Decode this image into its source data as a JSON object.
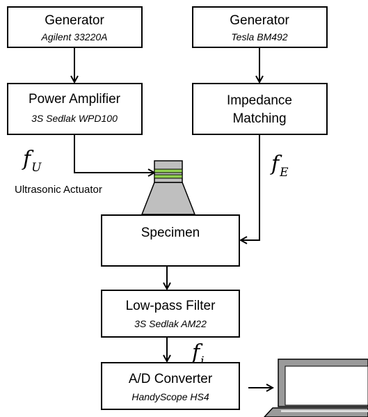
{
  "blocks": {
    "generator_1": {
      "title": "Generator",
      "subtitle": "Agilent 33220A"
    },
    "generator_2": {
      "title": "Generator",
      "subtitle": "Tesla BM492"
    },
    "power_amplifier": {
      "title": "Power Amplifier",
      "subtitle": "3S Sedlak WPD100"
    },
    "impedance_matching": {
      "title_line1": "Impedance",
      "title_line2": "Matching"
    },
    "specimen": {
      "title": "Specimen"
    },
    "lowpass_filter": {
      "title": "Low-pass Filter",
      "subtitle": "3S Sedlak AM22"
    },
    "ad_converter": {
      "title": "A/D Converter",
      "subtitle": "HandyScope HS4"
    }
  },
  "labels": {
    "f_u": {
      "base": "f",
      "sub": "U"
    },
    "f_e": {
      "base": "f",
      "sub": "E"
    },
    "f_i": {
      "base": "f",
      "sub": "i"
    },
    "ultrasonic_actuator": "Ultrasonic Actuator"
  },
  "colors": {
    "stroke": "#000000",
    "actuator_body": "#bfbfbf",
    "actuator_ring": "#92d050",
    "laptop_body": "#9a9a9a",
    "laptop_screen": "#ffffff",
    "laptop_keys": "#e0e0e0"
  },
  "icons": {
    "actuator": "ultrasonic-actuator-icon",
    "computer": "laptop-icon"
  }
}
